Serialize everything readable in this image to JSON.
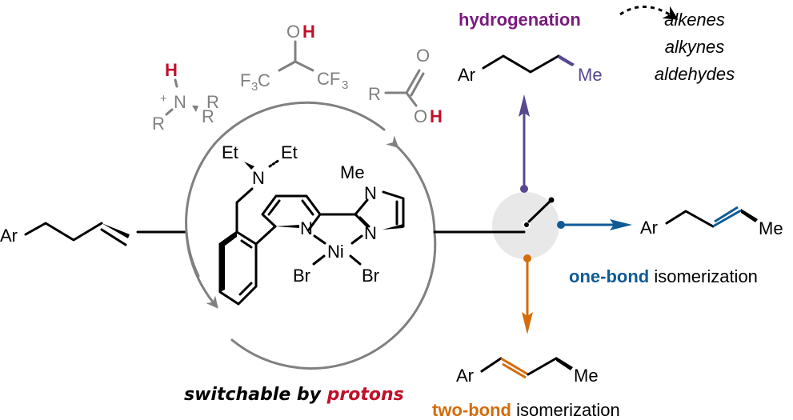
{
  "colors": {
    "proton": "#c0102a",
    "hydrogenation": "#7b1a7e",
    "hydrogenation_arrow": "#57488f",
    "one_bond": "#0e5b96",
    "two_bond": "#d46c0c",
    "gray": "#808080",
    "switch_bg": "#e8e8e8"
  },
  "substrate": {
    "ar": "Ar"
  },
  "proton_sources": {
    "ammonium": {
      "h": "H",
      "plus": "+",
      "n": "N",
      "r1": "R",
      "r2": "R",
      "r3": "R"
    },
    "hfip": {
      "o": "O",
      "h": "H",
      "f3c_left": "F",
      "f3c_left_sub": "3",
      "f3c_left_c": "C",
      "cf3_right_c": "CF",
      "cf3_right_sub": "3"
    },
    "acid": {
      "r": "R",
      "o_top": "O",
      "o": "O",
      "h": "H"
    }
  },
  "catalyst": {
    "et1": "Et",
    "et2": "Et",
    "n_amine": "N",
    "me": "Me",
    "n_imid_top": "N",
    "n_imid_bottom": "N",
    "n_pyridine": "N",
    "ni": "Ni",
    "br1": "Br",
    "br2": "Br"
  },
  "caption": {
    "prefix": "switchable by ",
    "highlight": "protons"
  },
  "hydrogenation": {
    "label": "hydrogenation",
    "ar": "Ar",
    "me": "Me",
    "scope": [
      "alkenes",
      "alkynes",
      "aldehydes"
    ]
  },
  "one_bond": {
    "highlight": "one-bond",
    "suffix": " isomerization",
    "ar": "Ar",
    "me": "Me"
  },
  "two_bond": {
    "highlight": "two-bond",
    "suffix": " isomerization",
    "ar": "Ar",
    "me": "Me"
  },
  "icons": {
    "cycle": "circular-arrows-icon",
    "switch": "switch-icon"
  }
}
